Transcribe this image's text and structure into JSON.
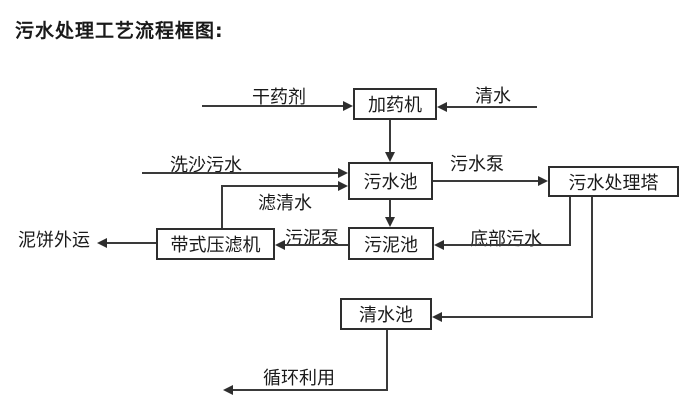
{
  "title": "污水处理工艺流程框图:",
  "nodes": {
    "dosing_machine": "加药机",
    "sewage_pool": "污水池",
    "treatment_tower": "污水处理塔",
    "sludge_pool": "污泥池",
    "belt_filter_press": "带式压滤机",
    "clean_water_pool": "清水池"
  },
  "edge_labels": {
    "dry_agent": "干药剂",
    "clean_water": "清水",
    "sand_washing_sewage": "洗沙污水",
    "sewage_pump": "污水泵",
    "filtered_water": "滤清水",
    "sludge_pump": "污泥泵",
    "bottom_sewage": "底部污水",
    "mud_cake_transport": "泥饼外运",
    "recycling": "循环利用"
  },
  "colors": {
    "line": "#3a3a3a",
    "text": "#1a1a1a",
    "background": "#ffffff"
  }
}
